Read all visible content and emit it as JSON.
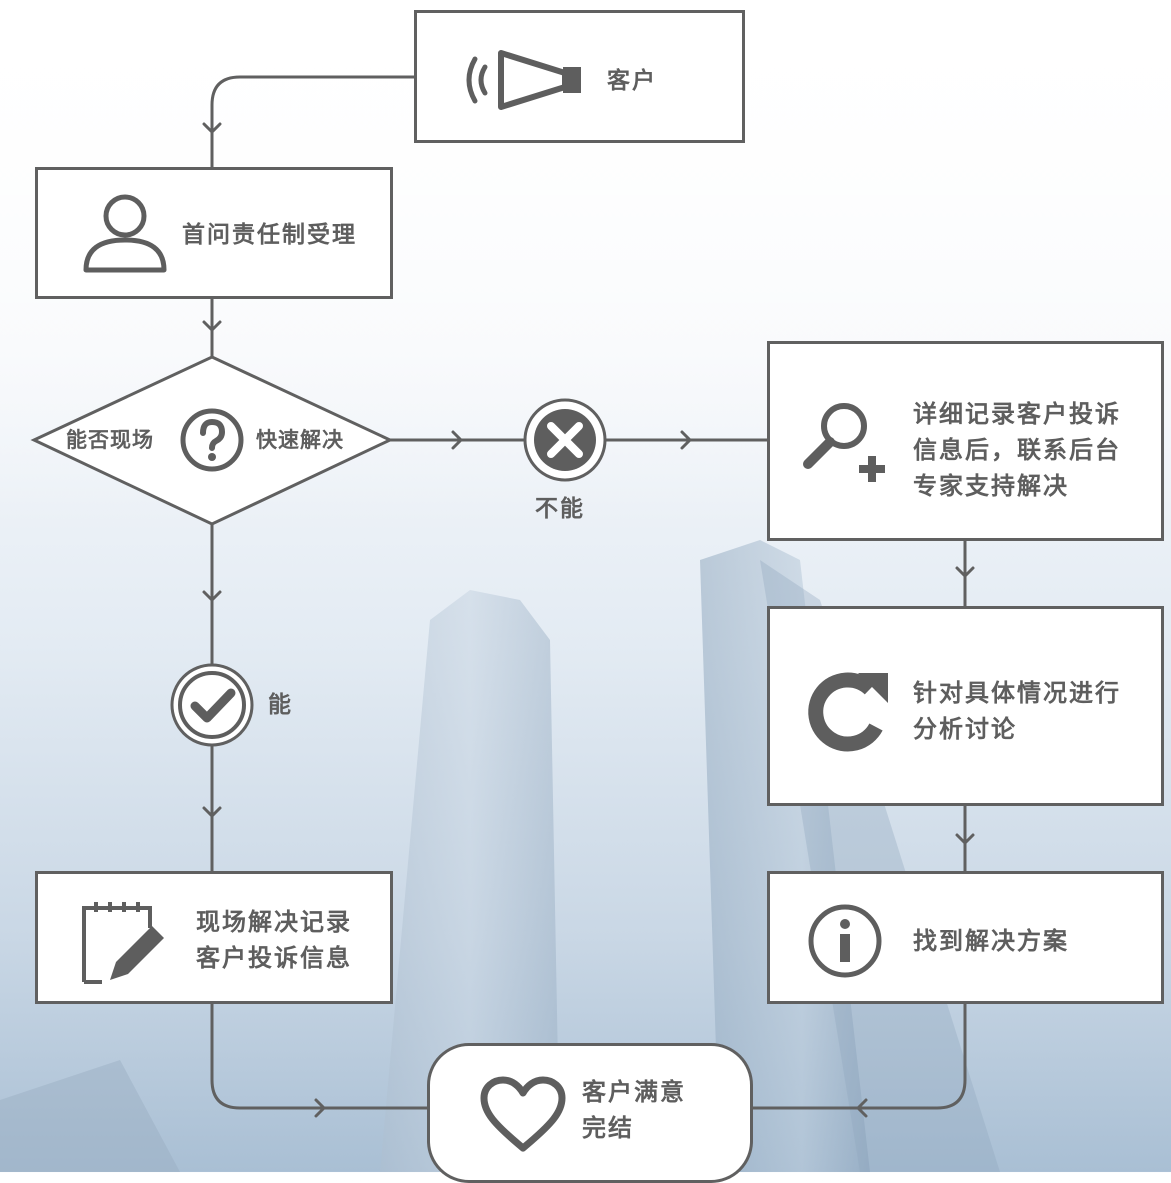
{
  "nodes": {
    "customer": {
      "label": "客户",
      "icon": "megaphone-icon"
    },
    "first_contact": {
      "label": "首问责任制受理",
      "icon": "user-icon"
    },
    "decision": {
      "label_left": "能否现场",
      "label_right": "快速解决",
      "icon": "question-icon"
    },
    "record_complaint": {
      "line1": "详细记录客户投诉",
      "line2": "信息后，联系后台",
      "line3": "专家支持解决",
      "icon": "search-plus-icon"
    },
    "analysis": {
      "line1": "针对具体情况进行",
      "line2": "分析讨论",
      "icon": "refresh-icon"
    },
    "solution": {
      "label": "找到解决方案",
      "icon": "info-icon"
    },
    "onsite_record": {
      "line1": "现场解决记录",
      "line2": "客户投诉信息",
      "icon": "notepad-edit-icon"
    },
    "satisfied": {
      "line1": "客户满意",
      "line2": "完结",
      "icon": "heart-icon"
    }
  },
  "edges": {
    "yes_label": "能",
    "no_label": "不能",
    "yes_icon": "check-circle-icon",
    "no_icon": "x-circle-icon"
  },
  "colors": {
    "stroke": "#606060",
    "text": "#5e5e5e",
    "box_fill": "#ffffff"
  }
}
